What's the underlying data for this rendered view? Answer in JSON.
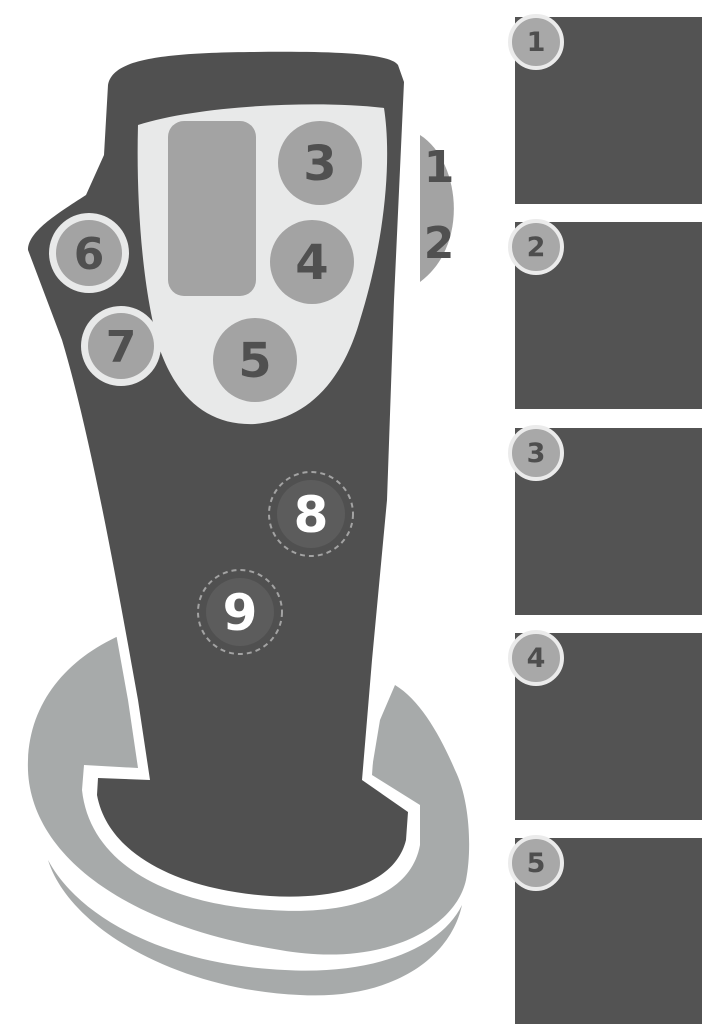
{
  "joystick": {
    "button_labels": [
      "3",
      "4",
      "5",
      "6",
      "7",
      "8",
      "9"
    ],
    "side_labels": [
      "1",
      "2"
    ]
  },
  "panels": [
    {
      "number": "1"
    },
    {
      "number": "2"
    },
    {
      "number": "3"
    },
    {
      "number": "4"
    },
    {
      "number": "5"
    }
  ],
  "colors": {
    "handle": "#505050",
    "face_plate": "#e8e9e9",
    "button": "#a3a3a3",
    "base_ring": "#a7aaaa",
    "panel": "#535353",
    "badge": "#a8a8a8"
  }
}
